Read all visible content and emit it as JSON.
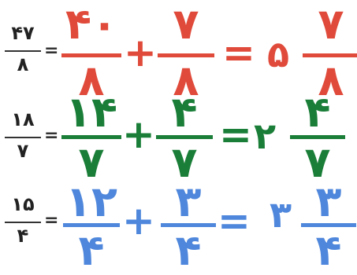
{
  "rows": [
    {
      "improper": {
        "num": "۴۷",
        "den": "۸"
      },
      "eq1": "=",
      "a": {
        "num": "۴۰",
        "den": "۸"
      },
      "plus": "+",
      "b": {
        "num": "۷",
        "den": "۸"
      },
      "eq2": "=",
      "whole": "۵",
      "c": {
        "num": "۷",
        "den": "۸"
      },
      "color": "#e04a3a"
    },
    {
      "improper": {
        "num": "۱۸",
        "den": "۷"
      },
      "eq1": "=",
      "a": {
        "num": "۱۴",
        "den": "۷"
      },
      "plus": "+",
      "b": {
        "num": "۴",
        "den": "۷"
      },
      "eq2": "=",
      "whole": "۲",
      "c": {
        "num": "۴",
        "den": "۷"
      },
      "color": "#1a7e38"
    },
    {
      "improper": {
        "num": "۱۵",
        "den": "۴"
      },
      "eq1": "=",
      "a": {
        "num": "۱۲",
        "den": "۴"
      },
      "plus": "+",
      "b": {
        "num": "۳",
        "den": "۴"
      },
      "eq2": "=",
      "whole": "۳",
      "c": {
        "num": "۳",
        "den": "۴"
      },
      "color": "#4f87dc"
    }
  ]
}
